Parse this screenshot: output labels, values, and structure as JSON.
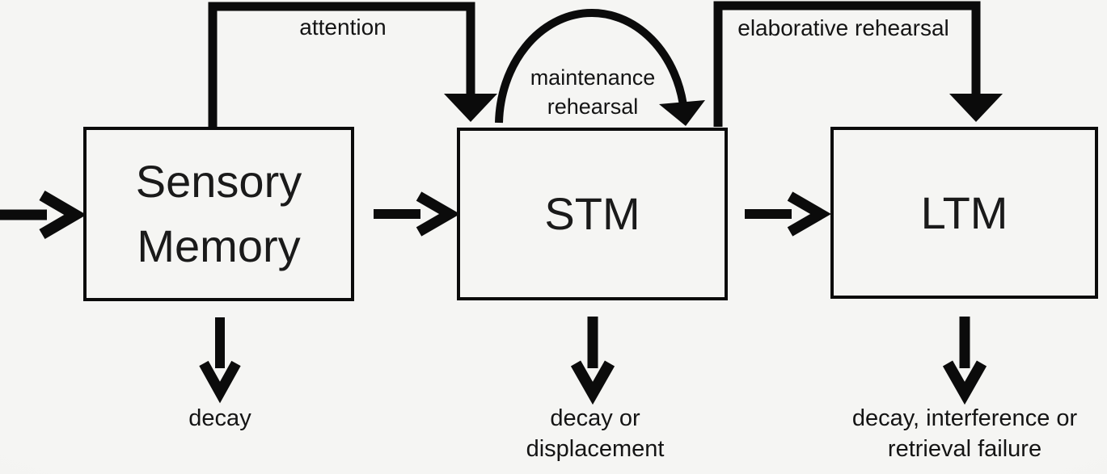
{
  "colors": {
    "background": "#f3f3f1",
    "ink": "#0b0b0b",
    "text": "#161616"
  },
  "boxes": [
    {
      "name": "sensory-memory",
      "lines": [
        "Sensory",
        "Memory"
      ]
    },
    {
      "name": "short-term-memory",
      "lines": [
        "STM"
      ]
    },
    {
      "name": "long-term-memory",
      "lines": [
        "LTM"
      ]
    }
  ],
  "labels": {
    "attention": "attention",
    "maintenance_line1": "maintenance",
    "maintenance_line2": "rehearsal",
    "elaborative": "elaborative rehearsal",
    "sensory_loss": "decay",
    "stm_loss_line1": "decay or",
    "stm_loss_line2": "displacement",
    "ltm_loss_line1": "decay, interference or",
    "ltm_loss_line2": "retrieval failure"
  },
  "arrows": [
    {
      "name": "input-arrow",
      "meaning": "input to sensory memory"
    },
    {
      "name": "sensory-to-stm-arrow",
      "meaning": "sensory memory to STM"
    },
    {
      "name": "stm-to-ltm-arrow",
      "meaning": "STM to LTM"
    },
    {
      "name": "attention-arrow",
      "meaning": "attention from sensory memory to STM"
    },
    {
      "name": "maintenance-rehearsal-arrow",
      "meaning": "maintenance rehearsal loop over STM"
    },
    {
      "name": "elaborative-rehearsal-arrow",
      "meaning": "elaborative rehearsal from STM to LTM"
    },
    {
      "name": "sensory-decay-arrow",
      "meaning": "loss from sensory memory"
    },
    {
      "name": "stm-decay-arrow",
      "meaning": "loss from STM"
    },
    {
      "name": "ltm-decay-arrow",
      "meaning": "loss from LTM"
    }
  ]
}
